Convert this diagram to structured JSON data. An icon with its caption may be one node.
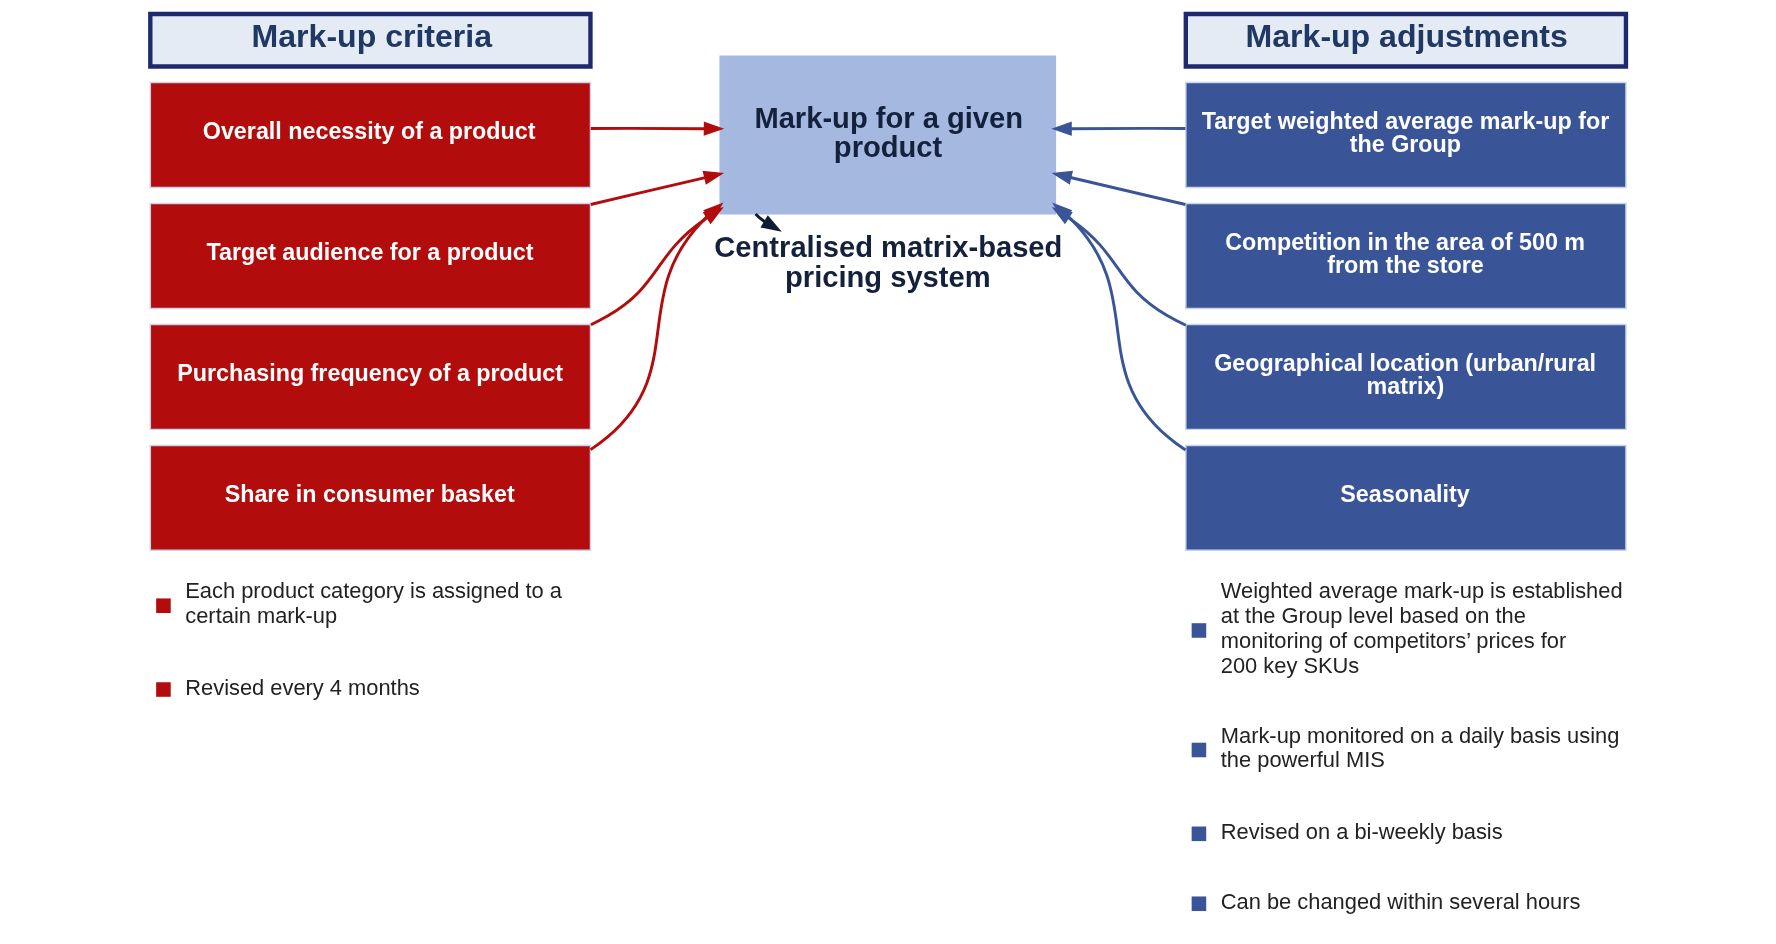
{
  "diagram": {
    "nodes": [
      {
        "text": [
          "Mark-up criteria"
        ]
      },
      {
        "text": [
          "Overall necessity of a product"
        ]
      },
      {
        "text": [
          "Target audience for a product"
        ]
      },
      {
        "text": [
          "Purchasing frequency of a product"
        ]
      },
      {
        "text": [
          "Share in consumer basket"
        ]
      },
      {
        "text": [
          "Mark-up adjustments"
        ]
      },
      {
        "text": [
          "Target weighted average mark-up for the Group"
        ]
      },
      {
        "text": [
          "Competition in the area of 500 m from the store"
        ]
      },
      {
        "text": [
          "Geographical location (urban/rural matrix)"
        ]
      },
      {
        "text": [
          "Seasonality"
        ]
      },
      {
        "text": [
          "Mark-up for a given product"
        ]
      },
      {
        "text": [
          "Centralised matrix-based pricing system"
        ]
      }
    ],
    "edges": [
      {
        "from": 1,
        "to": 10,
        "arrow": "to",
        "color": "#b30c0c"
      },
      {
        "from": 2,
        "to": 10,
        "arrow": "to",
        "color": "#b30c0c"
      },
      {
        "from": 3,
        "to": 10,
        "arrow": "to",
        "color": "#b30c0c"
      },
      {
        "from": 4,
        "to": 10,
        "arrow": "to",
        "color": "#b30c0c"
      },
      {
        "from": 6,
        "to": 10,
        "arrow": "to",
        "color": "#3a5597"
      },
      {
        "from": 7,
        "to": 10,
        "arrow": "to",
        "color": "#3a5597"
      },
      {
        "from": 8,
        "to": 10,
        "arrow": "to",
        "color": "#3a5597"
      },
      {
        "from": 9,
        "to": 10,
        "arrow": "to",
        "color": "#3a5597"
      },
      {
        "from": 10,
        "to": 11,
        "arrow": "to",
        "color": "#0f1c33"
      }
    ],
    "labels": [
      "Each product category is assigned to a certain mark-up",
      "Revised every 4 months",
      "Weighted average mark-up is established at the Group level based on the monitoring of competitors’ prices for 200 key SKUs",
      "Mark-up monitored on a daily basis using the powerful MIS",
      "Revised on a bi-weekly basis",
      "Can be changed within several hours"
    ]
  }
}
